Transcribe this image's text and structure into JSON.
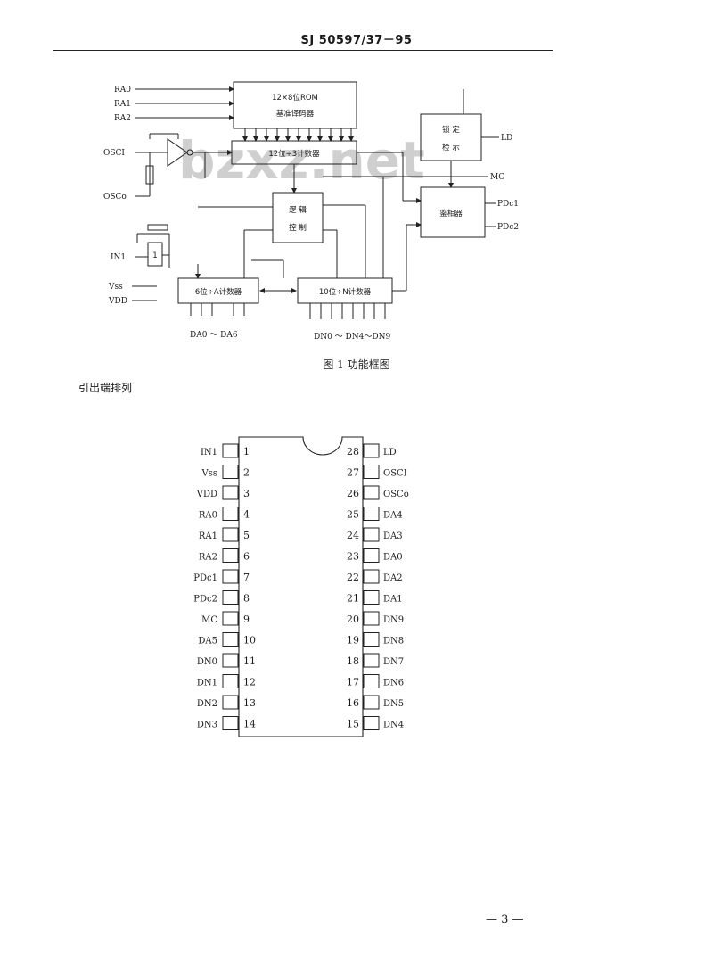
{
  "header": {
    "code": "SJ 50597/37－95"
  },
  "watermark": "bzxz.net",
  "block_diagram": {
    "inputs_left": [
      "RA0",
      "RA1",
      "RA2"
    ],
    "osc_in": "OSCI",
    "osc_out": "OSCo",
    "in_pin": "IN1",
    "vss": "Vss",
    "vdd": "VDD",
    "rom_line1": "12×8位ROM",
    "rom_line2": "基准译码器",
    "counter12": "12位÷3计数器",
    "logic_line1": "逻 辑",
    "logic_line2": "控 制",
    "lock_line1": "锁 定",
    "lock_line2": "检 示",
    "phase_det": "鉴相器",
    "counter_a": "6位÷A计数器",
    "counter_n": "10位÷N计数器",
    "out_ld": "LD",
    "out_mc": "MC",
    "out_pd1": "PDc1",
    "out_pd2": "PDc2",
    "bus_a": "DA0 ～ DA6",
    "bus_n": "DN0 ～ DN4～DN9",
    "inv_label": "1"
  },
  "figure_caption": "图 1   功能框图",
  "pin_heading": "引出端排列",
  "pins_left": [
    {
      "num": "1",
      "label": "IN1"
    },
    {
      "num": "2",
      "label": "Vss"
    },
    {
      "num": "3",
      "label": "VDD"
    },
    {
      "num": "4",
      "label": "RA0"
    },
    {
      "num": "5",
      "label": "RA1"
    },
    {
      "num": "6",
      "label": "RA2"
    },
    {
      "num": "7",
      "label": "PDc1"
    },
    {
      "num": "8",
      "label": "PDc2"
    },
    {
      "num": "9",
      "label": "MC"
    },
    {
      "num": "10",
      "label": "DA5"
    },
    {
      "num": "11",
      "label": "DN0"
    },
    {
      "num": "12",
      "label": "DN1"
    },
    {
      "num": "13",
      "label": "DN2"
    },
    {
      "num": "14",
      "label": "DN3"
    }
  ],
  "pins_right": [
    {
      "num": "28",
      "label": "LD"
    },
    {
      "num": "27",
      "label": "OSCI"
    },
    {
      "num": "26",
      "label": "OSCo"
    },
    {
      "num": "25",
      "label": "DA4"
    },
    {
      "num": "24",
      "label": "DA3"
    },
    {
      "num": "23",
      "label": "DA0"
    },
    {
      "num": "22",
      "label": "DA2"
    },
    {
      "num": "21",
      "label": "DA1"
    },
    {
      "num": "20",
      "label": "DN9"
    },
    {
      "num": "19",
      "label": "DN8"
    },
    {
      "num": "18",
      "label": "DN7"
    },
    {
      "num": "17",
      "label": "DN6"
    },
    {
      "num": "16",
      "label": "DN5"
    },
    {
      "num": "15",
      "label": "DN4"
    }
  ],
  "page_number": "— 3 —"
}
